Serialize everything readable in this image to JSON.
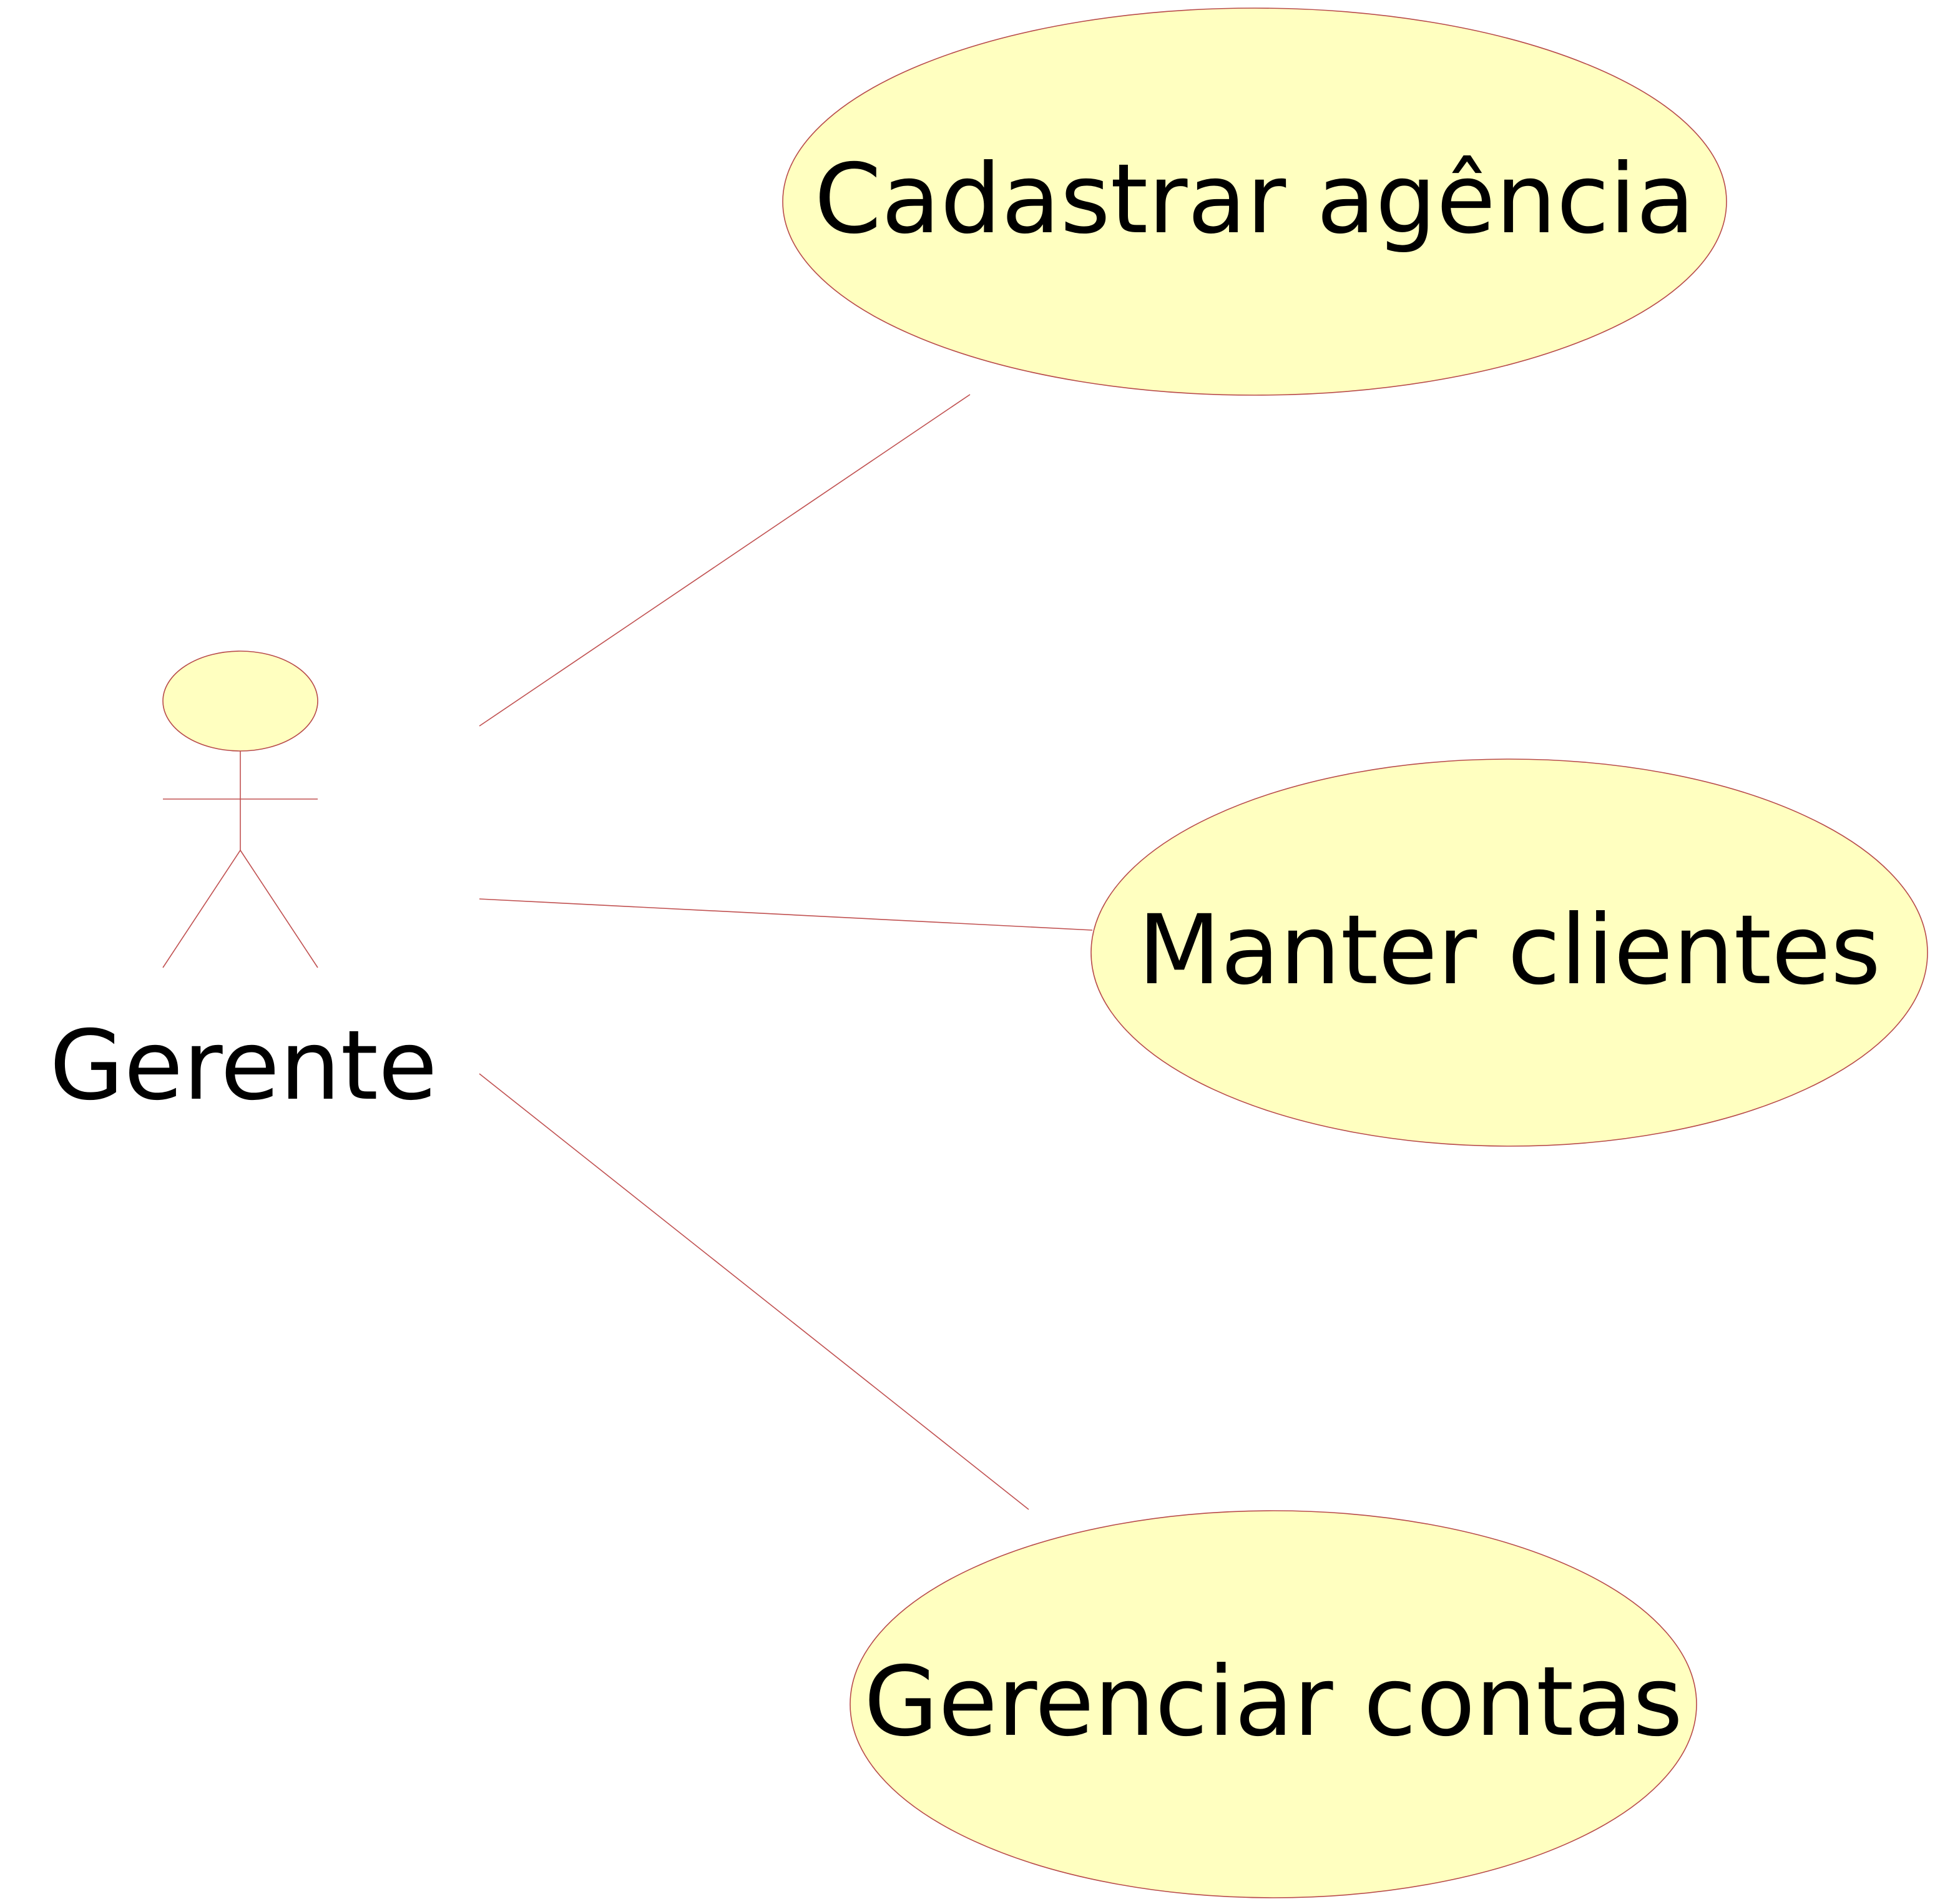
{
  "diagram": {
    "type": "uml-use-case",
    "actor": {
      "name": "Gerente"
    },
    "use_cases": [
      {
        "label": "Cadastrar agência"
      },
      {
        "label": "Manter clientes"
      },
      {
        "label": "Gerenciar contas"
      }
    ],
    "associations": [
      {
        "from": "Gerente",
        "to": "Cadastrar agência"
      },
      {
        "from": "Gerente",
        "to": "Manter clientes"
      },
      {
        "from": "Gerente",
        "to": "Gerenciar contas"
      }
    ],
    "colors": {
      "use_case_fill": "#ffffc0",
      "border": "#b84a4a",
      "line": "#c05050",
      "text": "#000000"
    }
  }
}
